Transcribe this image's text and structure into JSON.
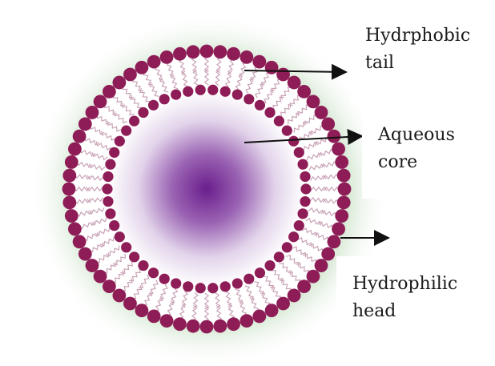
{
  "labels": {
    "hydrophobic_tail": [
      "Hydrphobic",
      "tail"
    ],
    "aqueous_core": [
      "Aqueous",
      "core"
    ],
    "hydrophilic_head": [
      "Hydrophilic",
      "head"
    ]
  },
  "colors": {
    "head_bead": "#8e1d57",
    "tail_strand": "#c9a2b6",
    "core_center": "#6a1e8c",
    "halo": "#cfe6cc",
    "arrow": "#111111"
  }
}
